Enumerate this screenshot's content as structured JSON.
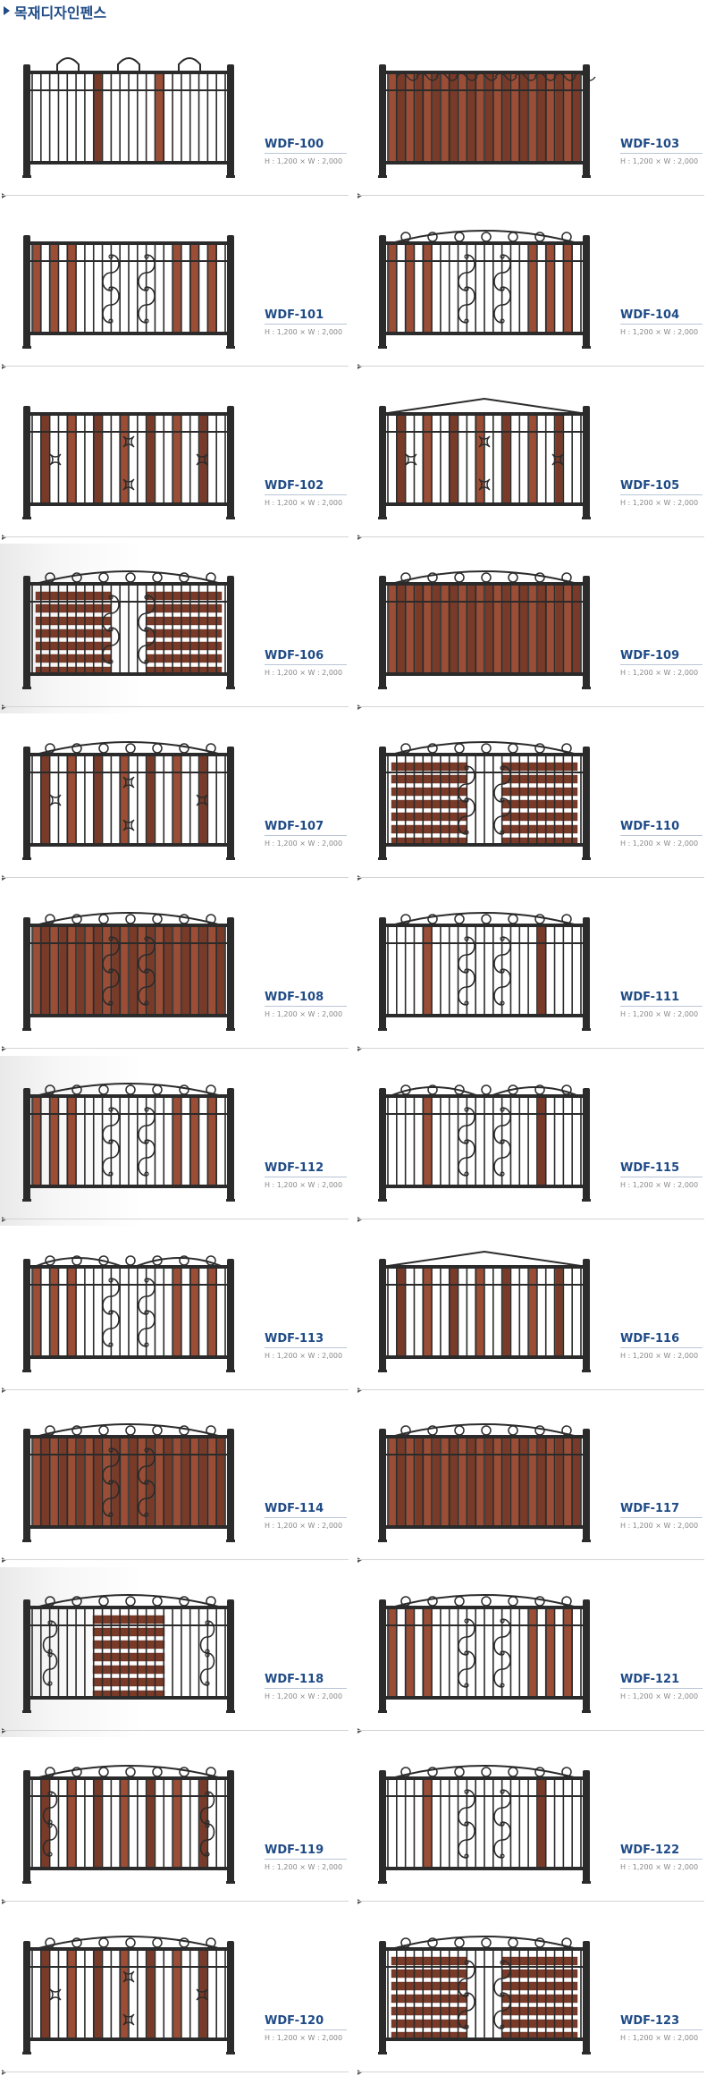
{
  "header": {
    "title": "목재디자인펜스"
  },
  "size_text": "H : 1,200 × W : 2,000",
  "colors": {
    "iron": "#2b2b2b",
    "wood": "#7a3a28",
    "wood_light": "#9b4e35",
    "accent": "#1f4b86"
  },
  "products": [
    {
      "code": "WDF-100",
      "style": "loops-top",
      "wood": "two-slats",
      "deco": "none"
    },
    {
      "code": "WDF-103",
      "style": "flat-scroll-band",
      "wood": "full-vertical",
      "deco": "none"
    },
    {
      "code": "WDF-101",
      "style": "flat",
      "wood": "pairs-outer",
      "deco": "scroll-center"
    },
    {
      "code": "WDF-104",
      "style": "arch-scroll",
      "wood": "pairs-outer",
      "deco": "scroll-center"
    },
    {
      "code": "WDF-102",
      "style": "flat",
      "wood": "alternating",
      "deco": "knots"
    },
    {
      "code": "WDF-105",
      "style": "peak",
      "wood": "alternating",
      "deco": "knots"
    },
    {
      "code": "WDF-106",
      "style": "arch-scroll",
      "wood": "horizontal",
      "deco": "scroll-center"
    },
    {
      "code": "WDF-109",
      "style": "arch-scroll",
      "wood": "full-vertical",
      "deco": "none"
    },
    {
      "code": "WDF-107",
      "style": "arch-scroll",
      "wood": "alternating",
      "deco": "knots"
    },
    {
      "code": "WDF-110",
      "style": "arch-scroll",
      "wood": "horizontal",
      "deco": "scroll-center"
    },
    {
      "code": "WDF-108",
      "style": "arch-scroll",
      "wood": "full-vertical",
      "deco": "scroll-center"
    },
    {
      "code": "WDF-111",
      "style": "arch-scroll",
      "wood": "sparse",
      "deco": "scroll-center"
    },
    {
      "code": "WDF-112",
      "style": "arch-scroll",
      "wood": "pairs-outer",
      "deco": "scroll-center"
    },
    {
      "code": "WDF-115",
      "style": "double-arch",
      "wood": "sparse",
      "deco": "scroll-center"
    },
    {
      "code": "WDF-113",
      "style": "double-arch",
      "wood": "pairs-outer",
      "deco": "scroll-center"
    },
    {
      "code": "WDF-116",
      "style": "peak",
      "wood": "alternating",
      "deco": "none"
    },
    {
      "code": "WDF-114",
      "style": "scroll-band",
      "wood": "full-vertical",
      "deco": "scroll-center"
    },
    {
      "code": "WDF-117",
      "style": "arch-scroll",
      "wood": "full-vertical",
      "deco": "none"
    },
    {
      "code": "WDF-118",
      "style": "arch-scroll",
      "wood": "horizontal-center",
      "deco": "scroll-sides"
    },
    {
      "code": "WDF-121",
      "style": "arch-scroll",
      "wood": "pairs-outer",
      "deco": "scroll-center"
    },
    {
      "code": "WDF-119",
      "style": "arch-scroll",
      "wood": "alternating",
      "deco": "scroll-sides"
    },
    {
      "code": "WDF-122",
      "style": "arch-scroll",
      "wood": "sparse",
      "deco": "scroll-center"
    },
    {
      "code": "WDF-120",
      "style": "arch-scroll",
      "wood": "alternating",
      "deco": "knots"
    },
    {
      "code": "WDF-123",
      "style": "arch-scroll",
      "wood": "horizontal",
      "deco": "scroll-center"
    }
  ]
}
